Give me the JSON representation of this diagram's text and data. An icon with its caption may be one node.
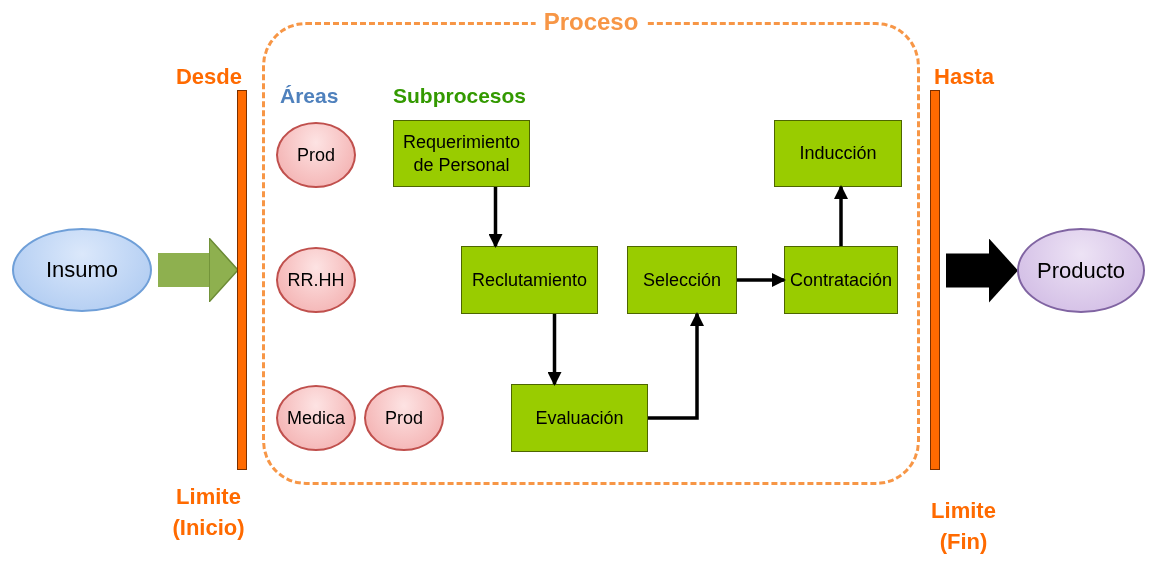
{
  "diagram": {
    "nodes": [
      {
        "text": [
          "Proceso"
        ]
      },
      {
        "text": [
          "Insumo"
        ]
      },
      {
        "text": [],
        "shape": "bar",
        "beside": [
          "Desde",
          "Limite (Inicio)"
        ]
      },
      {
        "text": [],
        "shape": "bar",
        "beside": [
          "Hasta",
          "Limite (Fin)"
        ]
      },
      {
        "text": [
          "Producto"
        ]
      },
      {
        "text": [
          "Prod"
        ],
        "in": 0
      },
      {
        "text": [
          "RR.HH"
        ],
        "in": 0
      },
      {
        "text": [
          "Medica"
        ],
        "in": 0
      },
      {
        "text": [
          "Prod"
        ],
        "in": 0
      },
      {
        "text": [
          "Requerimiento de Personal"
        ],
        "in": 0
      },
      {
        "text": [
          "Reclutamiento"
        ],
        "in": 0
      },
      {
        "text": [
          "Evaluación"
        ],
        "in": 0
      },
      {
        "text": [
          "Selección"
        ],
        "in": 0
      },
      {
        "text": [
          "Contratación"
        ],
        "in": 0
      },
      {
        "text": [
          "Inducción"
        ],
        "in": 0
      }
    ],
    "edges": [
      {
        "from": 1,
        "to": 2,
        "arrow": "to",
        "style": "thick",
        "color": "#8eb04f"
      },
      {
        "from": 3,
        "to": 4,
        "arrow": "to",
        "style": "thick"
      },
      {
        "from": 9,
        "to": 10,
        "arrow": "to"
      },
      {
        "from": 10,
        "to": 11,
        "arrow": "to"
      },
      {
        "from": 11,
        "to": 12,
        "arrow": "to"
      },
      {
        "from": 12,
        "to": 13,
        "arrow": "to"
      },
      {
        "from": 13,
        "to": 14,
        "arrow": "to"
      }
    ],
    "labels": [
      "Áreas",
      "Subprocesos"
    ]
  }
}
